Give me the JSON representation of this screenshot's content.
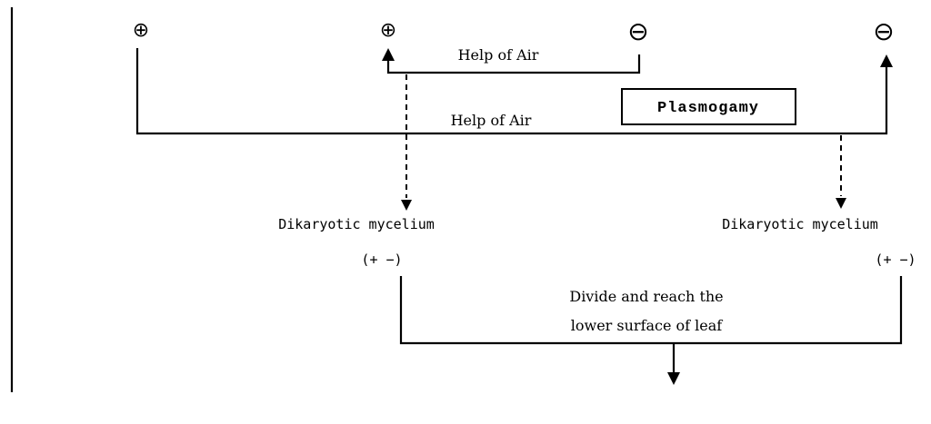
{
  "mating_types": {
    "left_plus": "⊕",
    "mid_plus": "⊕",
    "mid_minus": "⊖",
    "right_minus": "⊖"
  },
  "labels": {
    "help_of_air_upper": "Help of Air",
    "help_of_air_lower": "Help of Air",
    "plasmogamy": "Plasmogamy",
    "dikaryotic_left": "Dikaryotic mycelium",
    "dikaryotic_right": "Dikaryotic mycelium",
    "pair_left": "(+ −)",
    "pair_right": "(+ −)",
    "divide_line1": "Divide and reach the",
    "divide_line2": "lower surface of leaf"
  }
}
